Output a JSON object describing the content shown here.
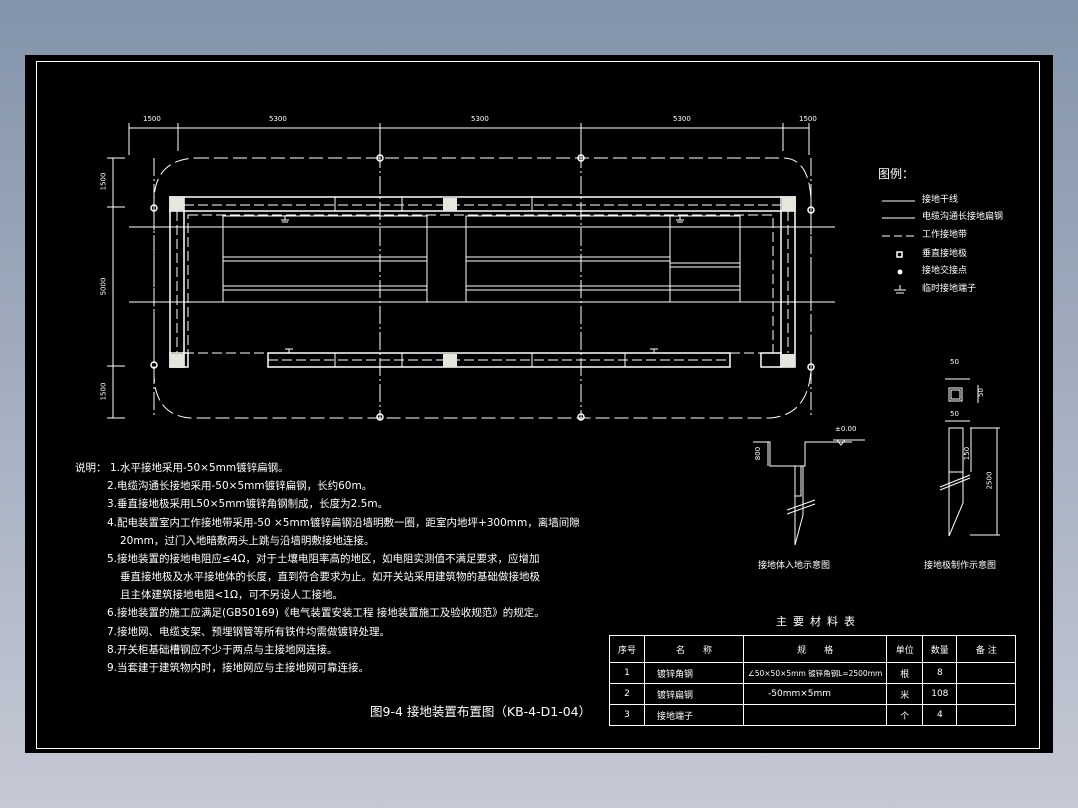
{
  "drawing_title": "图9-4  接地装置布置图（KB-4-D1-04）",
  "plan": {
    "top_dimensions": [
      "1500",
      "5300",
      "5300",
      "5300",
      "1500"
    ],
    "left_dimensions": [
      "1500",
      "5000",
      "1500"
    ]
  },
  "legend": {
    "title": "图例：",
    "items": [
      {
        "symbol": "solid-line",
        "label": "接地干线"
      },
      {
        "symbol": "solid-line",
        "label": "电缆沟通长接地扁钢"
      },
      {
        "symbol": "dashed-line",
        "label": "工作接地带"
      },
      {
        "symbol": "hollow-square",
        "label": "垂直接地极"
      },
      {
        "symbol": "dot",
        "label": "接地交接点"
      },
      {
        "symbol": "ground-symbol",
        "label": "临时接地端子"
      }
    ]
  },
  "details": {
    "burial": {
      "caption": "接地体入地示意图",
      "elevation": "±0.00",
      "depth": "800"
    },
    "electrode": {
      "caption": "接地极制作示意图",
      "width_top": "50",
      "height_section": "50",
      "width_side": "50",
      "tip_length": "150",
      "total_length": "2500"
    }
  },
  "notes": {
    "label": "说明：",
    "lines": [
      "1.水平接地采用-50×5mm镀锌扁钢。",
      "2.电缆沟通长接地采用-50×5mm镀锌扁钢，长约60m。",
      "3.垂直接地极采用L50×5mm镀锌角钢制成，长度为2.5m。",
      "4.配电装置室内工作接地带采用-50 ×5mm镀锌扁钢沿墙明敷一圈，距室内地坪+300mm，离墙间隙",
      "20mm，过门入地暗敷两头上跳与沿墙明敷接地连接。",
      "5.接地装置的接地电阻应≤4Ω，对于土壤电阻率高的地区，如电阻实测值不满足要求，应增加",
      "垂直接地极及水平接地体的长度，直到符合要求为止。如开关站采用建筑物的基础做接地极",
      "且主体建筑接地电阻<1Ω，可不另设人工接地。",
      "6.接地装置的施工应满足(GB50169)《电气装置安装工程 接地装置施工及验收规范》的规定。",
      "7.接地网、电缆支架、预埋钢管等所有铁件均需做镀锌处理。",
      "8.开关柜基础槽钢应不少于两点与主接地网连接。",
      "9.当套建于建筑物内时，接地网应与主接地网可靠连接。"
    ]
  },
  "materials": {
    "title": "主要材料表",
    "headers": [
      "序号",
      "名　　称",
      "规　　格",
      "单位",
      "数量",
      "备 注"
    ],
    "rows": [
      [
        "1",
        "镀锌角钢",
        "∠50×50×5mm 镀锌角钢L=2500mm",
        "根",
        "8",
        ""
      ],
      [
        "2",
        "镀锌扁钢",
        "-50mm×5mm",
        "米",
        "108",
        ""
      ],
      [
        "3",
        "接地端子",
        "",
        "个",
        "4",
        ""
      ]
    ]
  },
  "colors": {
    "background_top": "#8394aa",
    "background_bottom": "#c5c9d4",
    "sheet": "#000000",
    "lines": "#ffffff",
    "electrode_fill": "#e6e6dc"
  }
}
